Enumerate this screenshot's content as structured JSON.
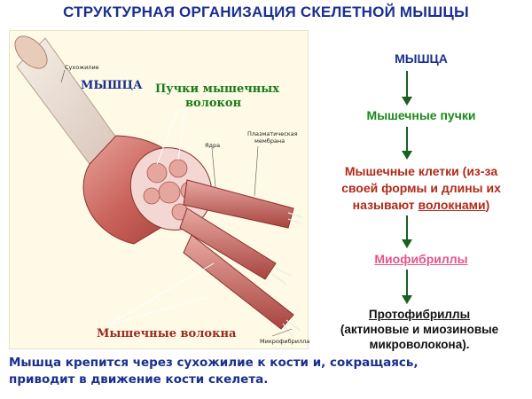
{
  "title": "СТРУКТУРНАЯ ОРГАНИЗАЦИЯ СКЕЛЕТНОЙ МЫШЦЫ",
  "figure": {
    "label_muscle": "МЫШЦА",
    "label_bundles_line1": "Пучки мышечных",
    "label_bundles_line2": "волокон",
    "label_fibers": "Мышечные волокна",
    "label_tendon": "Сухожилие",
    "label_nucleus": "Ядра",
    "label_membrane_line1": "Плазматическая",
    "label_membrane_line2": "мембрана",
    "label_microfibril": "Микрофибрилла"
  },
  "flow": {
    "step1": "МЫШЦА",
    "step2": "Мышечные пучки",
    "step3_line1": "Мышечные клетки (из-за",
    "step3_line2": "своей формы и длины их",
    "step3_line3_prefix": "называют ",
    "step3_line3_underlined": "волокнами",
    "step3_line3_suffix": ")",
    "step4": "Миофибриллы",
    "step5_line1": "Протофибриллы",
    "step5_line2": "(актиновые и миозиновые",
    "step5_line3": "микроволокона)."
  },
  "caption_line1": "Мышца крепится через сухожилие к кости и, сокращаясь,",
  "caption_line2": "приводит в движение кости скелета.",
  "colors": {
    "title": "#1a2f8f",
    "step1": "#1a2f8f",
    "step2": "#1b8a1b",
    "step3": "#b02a1a",
    "step4": "#e0568a",
    "step5": "#111111",
    "arrow": "#1b5e20"
  }
}
